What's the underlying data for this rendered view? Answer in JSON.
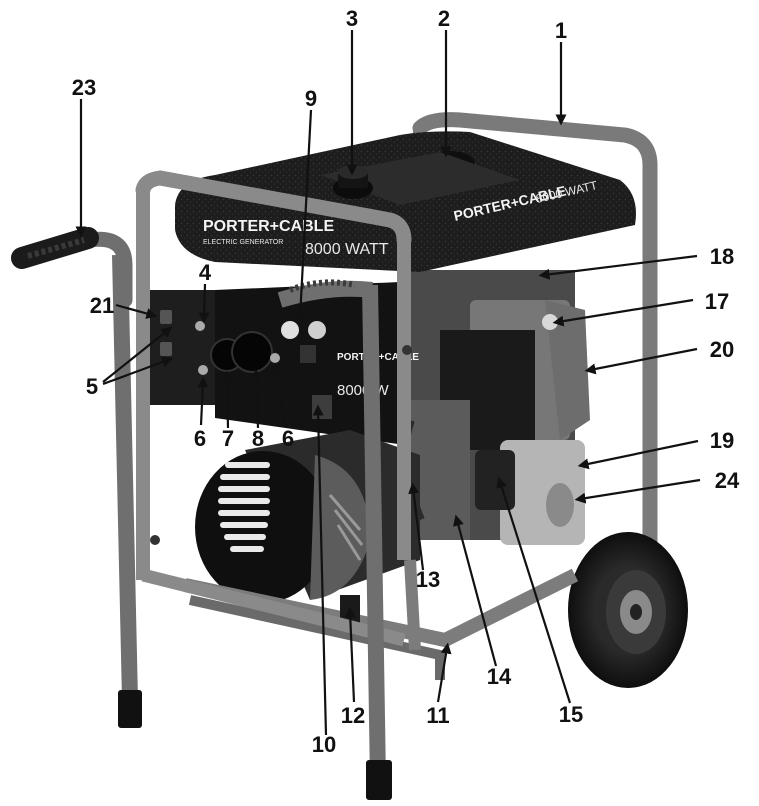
{
  "figure": {
    "brand": "PORTER+CABLE",
    "rating_top": "8000 WATT",
    "rating_left": "8000 WATT",
    "rating_panel": "8000 W",
    "subtitle": "ELECTRIC GENERATOR"
  },
  "callouts": [
    "1",
    "2",
    "3",
    "4",
    "5",
    "6",
    "7",
    "8",
    "9",
    "10",
    "11",
    "12",
    "13",
    "14",
    "15",
    "17",
    "18",
    "19",
    "20",
    "21",
    "23",
    "24"
  ],
  "colors": {
    "frame": "#7d7d7d",
    "body": "#1b1b1b",
    "engine": "#9a9a9a",
    "label": "#111111"
  }
}
